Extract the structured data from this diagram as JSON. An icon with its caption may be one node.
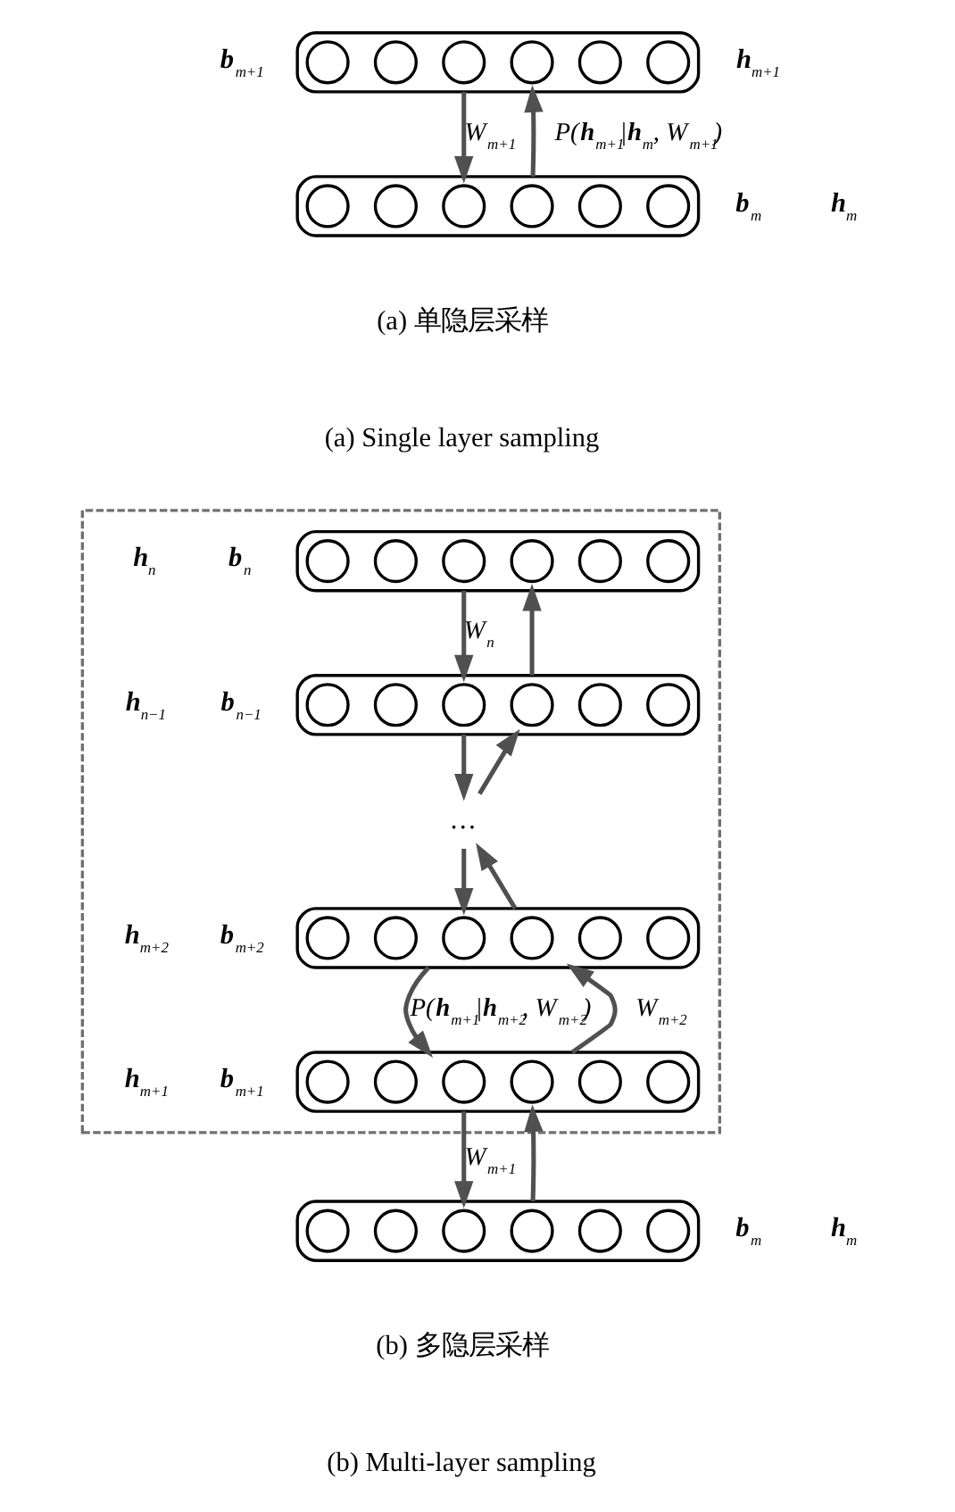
{
  "diagram": {
    "nodes": [
      {
        "text": [],
        "shape": "bar",
        "beside": [
          "**b**$_{m+1}$",
          "**h**$_{m+1}$"
        ]
      },
      {
        "text": [],
        "shape": "circle",
        "in": 0
      },
      {
        "text": [],
        "shape": "circle",
        "in": 0
      },
      {
        "text": [],
        "shape": "circle",
        "in": 0
      },
      {
        "text": [],
        "shape": "circle",
        "in": 0
      },
      {
        "text": [],
        "shape": "circle",
        "in": 0
      },
      {
        "text": [],
        "shape": "circle",
        "in": 0
      },
      {
        "text": [],
        "shape": "bar",
        "beside": [
          "**b**$_{m}$",
          "**h**$_{m}$"
        ]
      },
      {
        "text": [],
        "shape": "circle",
        "in": 7
      },
      {
        "text": [],
        "shape": "circle",
        "in": 7
      },
      {
        "text": [],
        "shape": "circle",
        "in": 7
      },
      {
        "text": [],
        "shape": "circle",
        "in": 7
      },
      {
        "text": [],
        "shape": "circle",
        "in": 7
      },
      {
        "text": [],
        "shape": "circle",
        "in": 7
      },
      {
        "text": [],
        "shape": "box"
      },
      {
        "text": [],
        "shape": "bar",
        "in": 14,
        "beside": [
          "**b**$_{n}$",
          "**h**$_{n}$"
        ]
      },
      {
        "text": [],
        "shape": "circle",
        "in": 15
      },
      {
        "text": [],
        "shape": "circle",
        "in": 15
      },
      {
        "text": [],
        "shape": "circle",
        "in": 15
      },
      {
        "text": [],
        "shape": "circle",
        "in": 15
      },
      {
        "text": [],
        "shape": "circle",
        "in": 15
      },
      {
        "text": [],
        "shape": "circle",
        "in": 15
      },
      {
        "text": [],
        "shape": "bar",
        "in": 14,
        "beside": [
          "**b**$_{n−1}$",
          "**h**$_{n−1}$"
        ]
      },
      {
        "text": [],
        "shape": "circle",
        "in": 22
      },
      {
        "text": [],
        "shape": "circle",
        "in": 22
      },
      {
        "text": [],
        "shape": "circle",
        "in": 22
      },
      {
        "text": [],
        "shape": "circle",
        "in": 22
      },
      {
        "text": [],
        "shape": "circle",
        "in": 22
      },
      {
        "text": [],
        "shape": "circle",
        "in": 22
      },
      {
        "text": [
          "…"
        ],
        "in": 14
      },
      {
        "text": [],
        "shape": "bar",
        "in": 14,
        "beside": [
          "**b**$_{m+2}$",
          "**h**$_{m+2}$"
        ]
      },
      {
        "text": [],
        "shape": "circle",
        "in": 30
      },
      {
        "text": [],
        "shape": "circle",
        "in": 30
      },
      {
        "text": [],
        "shape": "circle",
        "in": 30
      },
      {
        "text": [],
        "shape": "circle",
        "in": 30
      },
      {
        "text": [],
        "shape": "circle",
        "in": 30
      },
      {
        "text": [],
        "shape": "circle",
        "in": 30
      },
      {
        "text": [],
        "shape": "bar",
        "in": 14,
        "beside": [
          "**b**$_{m+1}$",
          "**h**$_{m+1}$"
        ]
      },
      {
        "text": [],
        "shape": "circle",
        "in": 37
      },
      {
        "text": [],
        "shape": "circle",
        "in": 37
      },
      {
        "text": [],
        "shape": "circle",
        "in": 37
      },
      {
        "text": [],
        "shape": "circle",
        "in": 37
      },
      {
        "text": [],
        "shape": "circle",
        "in": 37
      },
      {
        "text": [],
        "shape": "circle",
        "in": 37
      },
      {
        "text": [],
        "shape": "bar",
        "beside": [
          "**b**$_{m}$",
          "**h**$_{m}$"
        ]
      },
      {
        "text": [],
        "shape": "circle",
        "in": 44
      },
      {
        "text": [],
        "shape": "circle",
        "in": 44
      },
      {
        "text": [],
        "shape": "circle",
        "in": 44
      },
      {
        "text": [],
        "shape": "circle",
        "in": 44
      },
      {
        "text": [],
        "shape": "circle",
        "in": 44
      },
      {
        "text": [],
        "shape": "circle",
        "in": 44
      }
    ],
    "edges": [
      {
        "from": 0,
        "to": 7,
        "arrow": "to",
        "label": "W$_{m+1}$"
      },
      {
        "from": 7,
        "to": 0,
        "arrow": "to",
        "label": "P(**h**$_{m+1}$|**h**$_{m}$, W$_{m+1}$)"
      },
      {
        "from": 15,
        "to": 22,
        "arrow": "to",
        "label": "W$_{n}$"
      },
      {
        "from": 22,
        "to": 15,
        "arrow": "to"
      },
      {
        "from": 22,
        "to": 29,
        "arrow": "to"
      },
      {
        "from": 29,
        "to": 22,
        "arrow": "to"
      },
      {
        "from": 29,
        "to": 30,
        "arrow": "to"
      },
      {
        "from": 30,
        "to": 29,
        "arrow": "to"
      },
      {
        "from": 30,
        "to": 37,
        "arrow": "to",
        "label": "P(**h**$_{m+1}$|**h**$_{m+2}$, W$_{m+2}$)"
      },
      {
        "from": 37,
        "to": 30,
        "arrow": "to",
        "label": "W$_{m+2}$"
      },
      {
        "from": 37,
        "to": 44,
        "arrow": "to",
        "label": "W$_{m+1}$"
      },
      {
        "from": 44,
        "to": 37,
        "arrow": "to"
      }
    ],
    "labels": [
      "(a) 单隐层采样",
      "(a) Single layer sampling",
      "(b) 多隐层采样",
      "(b) Multi-layer sampling"
    ]
  }
}
